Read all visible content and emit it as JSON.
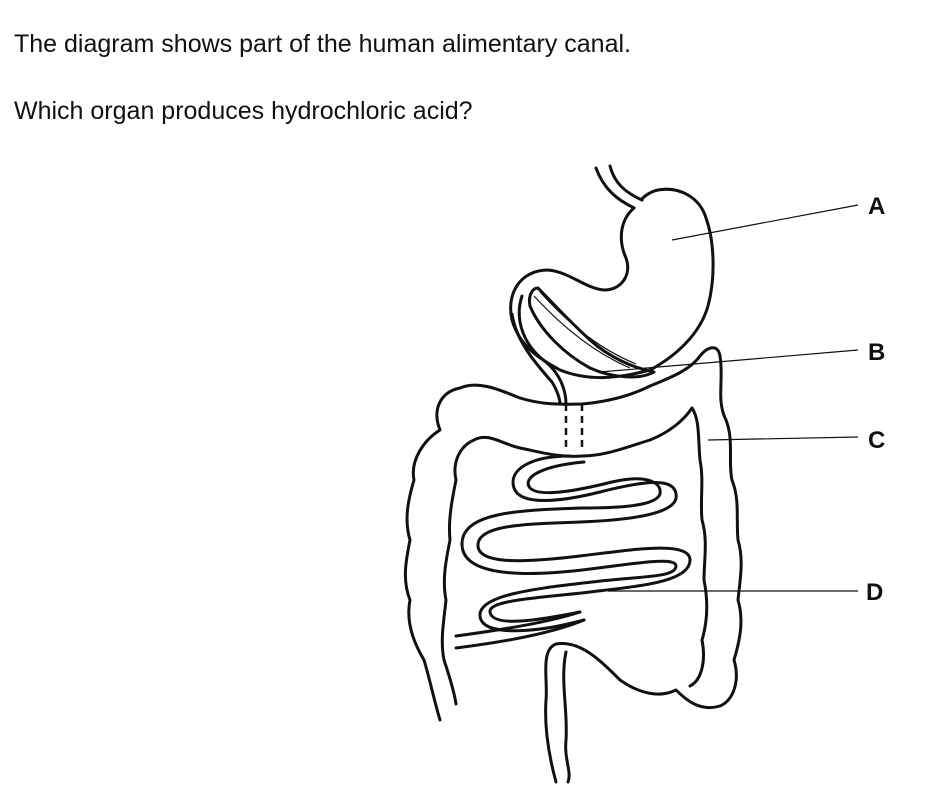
{
  "question": {
    "intro": "The diagram shows part of the human alimentary canal.",
    "prompt": "Which organ produces hydrochloric acid?"
  },
  "diagram": {
    "labels": [
      {
        "id": "A",
        "text": "A"
      },
      {
        "id": "B",
        "text": "B"
      },
      {
        "id": "C",
        "text": "C"
      },
      {
        "id": "D",
        "text": "D"
      }
    ]
  }
}
